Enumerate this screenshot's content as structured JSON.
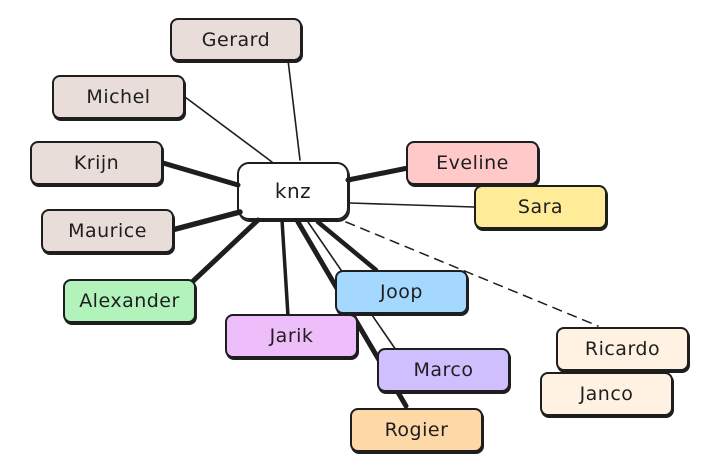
{
  "diagram": {
    "type": "mind-map",
    "center": {
      "id": "knz",
      "label": "knz",
      "color": "#ffffff"
    },
    "nodes": [
      {
        "id": "gerard",
        "label": "Gerard",
        "color": "#e8ddd8",
        "edge": "thin"
      },
      {
        "id": "michel",
        "label": "Michel",
        "color": "#e8ddd8",
        "edge": "thin"
      },
      {
        "id": "krijn",
        "label": "Krijn",
        "color": "#e8ddd8",
        "edge": "bold"
      },
      {
        "id": "maurice",
        "label": "Maurice",
        "color": "#e8ddd8",
        "edge": "bold"
      },
      {
        "id": "alexander",
        "label": "Alexander",
        "color": "#b2f2bb",
        "edge": "bold"
      },
      {
        "id": "jarik",
        "label": "Jarik",
        "color": "#eebefa",
        "edge": "medium"
      },
      {
        "id": "joop",
        "label": "Joop",
        "color": "#a5d8ff",
        "edge": "bold"
      },
      {
        "id": "marco",
        "label": "Marco",
        "color": "#d0bfff",
        "edge": "thin"
      },
      {
        "id": "rogier",
        "label": "Rogier",
        "color": "#ffd8a8",
        "edge": "bold"
      },
      {
        "id": "eveline",
        "label": "Eveline",
        "color": "#ffc9c9",
        "edge": "bold"
      },
      {
        "id": "sara",
        "label": "Sara",
        "color": "#ffec99",
        "edge": "thin"
      },
      {
        "id": "ricardo",
        "label": "Ricardo",
        "color": "#fff2e2",
        "edge": "dashed"
      },
      {
        "id": "janco",
        "label": "Janco",
        "color": "#fff2e2",
        "edge": "none"
      }
    ]
  }
}
